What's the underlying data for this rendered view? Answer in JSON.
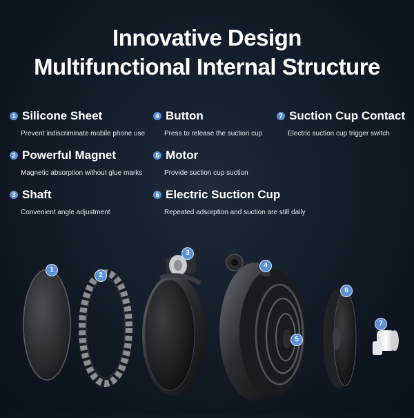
{
  "heading": {
    "line1": "Innovative Design",
    "line2": "Multifunctional Internal Structure"
  },
  "features": [
    {
      "num": "1",
      "name": "Silicone Sheet",
      "desc": "Prevent indiscriminate mobile phone use"
    },
    {
      "num": "2",
      "name": "Powerful Magnet",
      "desc": "Magnetic absorption without glue marks"
    },
    {
      "num": "3",
      "name": "Shaft",
      "desc": "Convenient angle adjustment"
    },
    {
      "num": "4",
      "name": "Button",
      "desc": "Press to release the suction cup"
    },
    {
      "num": "5",
      "name": "Motor",
      "desc": "Provide suction cup suction"
    },
    {
      "num": "6",
      "name": "Electric Suction Cup",
      "desc": "Repeated adsorption and suction are still daily"
    },
    {
      "num": "7",
      "name": "Suction Cup Contact",
      "desc": "Electric suction cup trigger switch"
    }
  ],
  "badges": [
    "1",
    "2",
    "3",
    "4",
    "5",
    "6",
    "7"
  ],
  "colors": {
    "background": "#121a26",
    "accent": "#5b8fd6",
    "text": "#ffffff"
  }
}
